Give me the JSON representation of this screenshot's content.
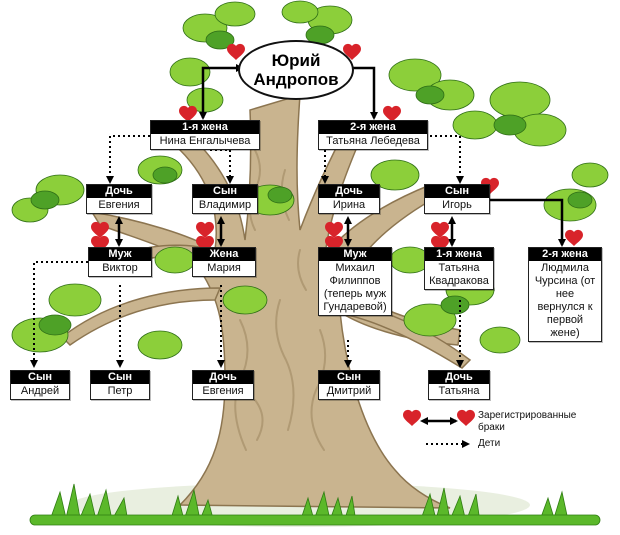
{
  "root": {
    "first_name": "Юрий",
    "last_name": "Андропов"
  },
  "members": {
    "wife1": {
      "role": "1-я жена",
      "name": "Нина Енгалычева"
    },
    "wife2": {
      "role": "2-я жена",
      "name": "Татьяна Лебедева"
    },
    "evgenia": {
      "role": "Дочь",
      "name": "Евгения"
    },
    "vladimir": {
      "role": "Сын",
      "name": "Владимир"
    },
    "irina": {
      "role": "Дочь",
      "name": "Ирина"
    },
    "igor": {
      "role": "Сын",
      "name": "Игорь"
    },
    "viktor": {
      "role": "Муж",
      "name": "Виктор"
    },
    "maria": {
      "role": "Жена",
      "name": "Мария"
    },
    "mikhail": {
      "role": "Муж",
      "name": "Михаил Филиппов (теперь муж Гундаревой)"
    },
    "igor_wife1": {
      "role": "1-я жена",
      "name": "Татьяна Квадракова"
    },
    "igor_wife2": {
      "role": "2-я жена",
      "name": "Людмила Чурсина (от нее вернулся к первой жене)"
    },
    "andrey": {
      "role": "Сын",
      "name": "Андрей"
    },
    "petr": {
      "role": "Сын",
      "name": "Петр"
    },
    "evgenia2": {
      "role": "Дочь",
      "name": "Евгения"
    },
    "dmitry": {
      "role": "Сын",
      "name": "Дмитрий"
    },
    "tatyana": {
      "role": "Дочь",
      "name": "Татьяна"
    }
  },
  "legend": {
    "marriage_line1": "Зарегистрированные",
    "marriage_line2": "браки",
    "children": "Дети"
  },
  "colors": {
    "heart": "#d8232a",
    "trunk": "#c9b48f",
    "trunk_dark": "#b09a74",
    "leaf": "#8ccf3a",
    "leaf_dark": "#3f8f1f",
    "grass": "#5bb82a"
  }
}
